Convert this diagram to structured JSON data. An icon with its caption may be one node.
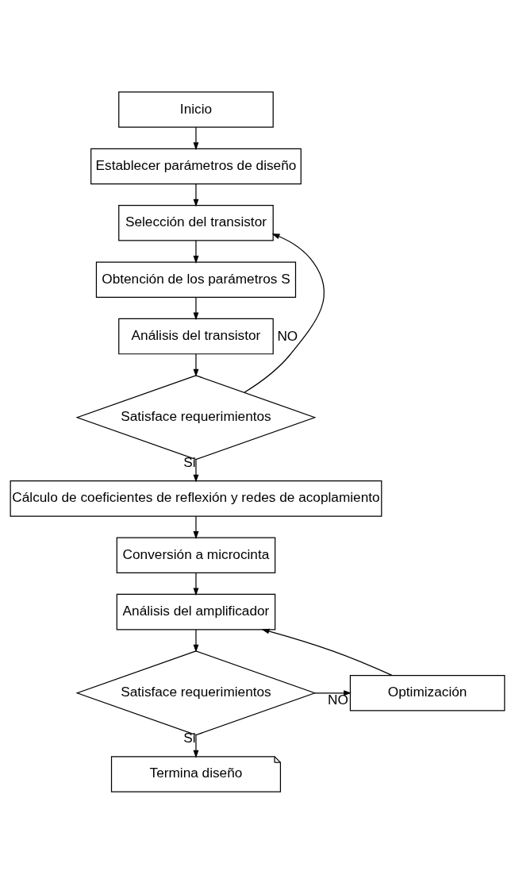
{
  "diagram": {
    "nodes": [
      {
        "text": [
          "Inicio"
        ]
      },
      {
        "text": [
          "Establecer parámetros de diseño"
        ]
      },
      {
        "text": [
          "Selección del transistor"
        ]
      },
      {
        "text": [
          "Obtención de los parámetros S"
        ]
      },
      {
        "text": [
          "Análisis del transistor"
        ]
      },
      {
        "text": [
          "Satisface requerimientos"
        ]
      },
      {
        "text": [
          "Cálculo de coeficientes de reflexión y redes de acoplamiento"
        ]
      },
      {
        "text": [
          "Conversión a microcinta"
        ]
      },
      {
        "text": [
          "Análisis del amplificador"
        ]
      },
      {
        "text": [
          "Satisface requerimientos"
        ]
      },
      {
        "text": [
          "Optimización"
        ]
      },
      {
        "text": [
          "Termina diseño"
        ]
      }
    ],
    "edges": [
      {
        "from": 0,
        "to": 1,
        "arrow": "to"
      },
      {
        "from": 1,
        "to": 2,
        "arrow": "to"
      },
      {
        "from": 2,
        "to": 3,
        "arrow": "to"
      },
      {
        "from": 3,
        "to": 4,
        "arrow": "to"
      },
      {
        "from": 4,
        "to": 5,
        "arrow": "to"
      },
      {
        "from": 5,
        "to": 2,
        "arrow": "to",
        "label": "NO"
      },
      {
        "from": 5,
        "to": 6,
        "arrow": "to",
        "label": "Si"
      },
      {
        "from": 6,
        "to": 7,
        "arrow": "to"
      },
      {
        "from": 7,
        "to": 8,
        "arrow": "to"
      },
      {
        "from": 8,
        "to": 9,
        "arrow": "to"
      },
      {
        "from": 9,
        "to": 10,
        "arrow": "to",
        "label": "NO"
      },
      {
        "from": 10,
        "to": 8,
        "arrow": "to"
      },
      {
        "from": 9,
        "to": 11,
        "arrow": "to",
        "label": "Si"
      }
    ]
  }
}
